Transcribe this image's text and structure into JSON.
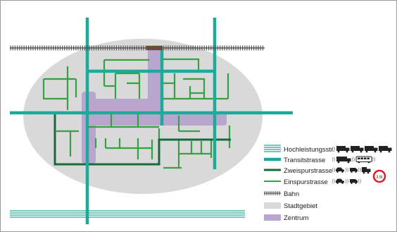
{
  "legend": {
    "items": [
      {
        "key": "hochleistung",
        "label": "Hochleistungsstr.",
        "vehicle_icons": [
          "truck-icon",
          "truck-icon",
          "truck-icon",
          "truck-icon"
        ]
      },
      {
        "key": "transit",
        "label": "Transitstrasse",
        "vehicle_icons": [
          "truck-icon",
          "bus-icon"
        ]
      },
      {
        "key": "zweispur",
        "label": "Zweispurstrasse",
        "vehicle_icons": [
          "car-icon",
          "truck-icon",
          "no-truck-sign-icon"
        ]
      },
      {
        "key": "einspur",
        "label": "Einspurstrasse",
        "vehicle_icons": [
          "car-icon",
          "van-icon"
        ]
      },
      {
        "key": "bahn",
        "label": "Bahn"
      },
      {
        "key": "stadtgebiet",
        "label": "Stadtgebiet"
      },
      {
        "key": "zentrum",
        "label": "Zentrum"
      }
    ],
    "sign_text": "3,5t"
  },
  "colors": {
    "background": "#ffffff",
    "border": "#9a9a9a",
    "stadtgebiet": "#d9d9d9",
    "zentrum": "#b9a6cf",
    "transit": "#1fa99b",
    "hochleistung": "#1fa99b",
    "zweispur": "#186a3c",
    "einspur": "#36a042",
    "bahn": "#555555",
    "station": "#6b4a3a",
    "sign_red": "#d4202c"
  }
}
